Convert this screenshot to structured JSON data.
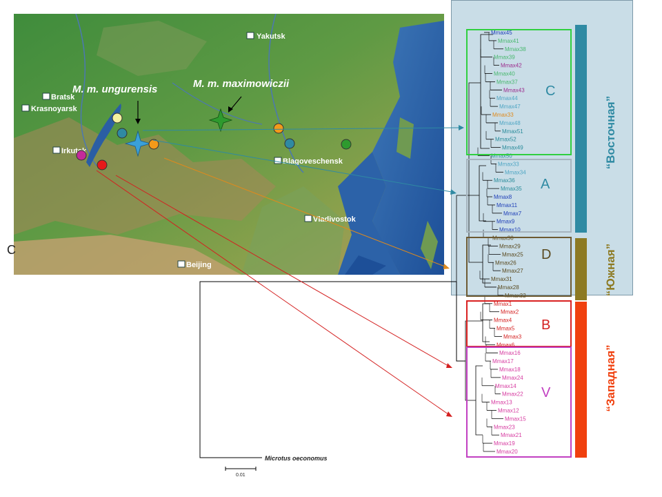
{
  "map": {
    "cities": [
      "Yakutsk",
      "Bratsk",
      "Krasnoyarsk",
      "Irkutsk",
      "Blagoveschensk",
      "Vladivostok",
      "Beijing"
    ],
    "subspecies": {
      "ungurensis": "M. m. ungurensis",
      "maximowiczii": "M. m. maximowiczii"
    }
  },
  "tree": {
    "outgroup": "Microtus oeconomus",
    "scale": "0.01",
    "leaves": [
      {
        "label": "Mmax45",
        "color": "#1f3fb8"
      },
      {
        "label": "Mmax41",
        "color": "#48b86e"
      },
      {
        "label": "Mmax38",
        "color": "#48b86e"
      },
      {
        "label": "Mmax39",
        "color": "#48b86e"
      },
      {
        "label": "Mmax42",
        "color": "#9b2a8c"
      },
      {
        "label": "Mmax40",
        "color": "#48b86e"
      },
      {
        "label": "Mmax37",
        "color": "#48b86e"
      },
      {
        "label": "Mmax43",
        "color": "#9b2a8c"
      },
      {
        "label": "Mmax44",
        "color": "#4fa6c4"
      },
      {
        "label": "Mmax47",
        "color": "#4fa6c4"
      },
      {
        "label": "Mmax33",
        "color": "#e08a1c"
      },
      {
        "label": "Mmax48",
        "color": "#4fa6c4"
      },
      {
        "label": "Mmax51",
        "color": "#2a8c9b"
      },
      {
        "label": "Mmax52",
        "color": "#2a8c9b"
      },
      {
        "label": "Mmax49",
        "color": "#2a8c9b"
      },
      {
        "label": "Mmax50",
        "color": "#2a8c9b"
      },
      {
        "label": "Mmax33",
        "color": "#4fa6c4"
      },
      {
        "label": "Mmax34",
        "color": "#4fa6c4"
      },
      {
        "label": "Mmax36",
        "color": "#2a8c9b"
      },
      {
        "label": "Mmax35",
        "color": "#2a8c9b"
      },
      {
        "label": "Mmax8",
        "color": "#1f3fb8"
      },
      {
        "label": "Mmax11",
        "color": "#1f3fb8"
      },
      {
        "label": "Mmax7",
        "color": "#1f3fb8"
      },
      {
        "label": "Mmax9",
        "color": "#1f3fb8"
      },
      {
        "label": "Mmax10",
        "color": "#1f3fb8"
      },
      {
        "label": "Mmax30",
        "color": "#5a4a20"
      },
      {
        "label": "Mmax29",
        "color": "#5a4a20"
      },
      {
        "label": "Mmax25",
        "color": "#5a4a20"
      },
      {
        "label": "Mmax26",
        "color": "#5a4a20"
      },
      {
        "label": "Mmax27",
        "color": "#5a4a20"
      },
      {
        "label": "Mmax31",
        "color": "#5a4a20"
      },
      {
        "label": "Mmax28",
        "color": "#5a4a20"
      },
      {
        "label": "Mmax32",
        "color": "#5a4a20"
      },
      {
        "label": "Mmax1",
        "color": "#d42020"
      },
      {
        "label": "Mmax2",
        "color": "#d42020"
      },
      {
        "label": "Mmax4",
        "color": "#d42020"
      },
      {
        "label": "Mmax5",
        "color": "#d42020"
      },
      {
        "label": "Mmax3",
        "color": "#d42020"
      },
      {
        "label": "Mmax6",
        "color": "#d42020"
      },
      {
        "label": "Mmax16",
        "color": "#d63aa0"
      },
      {
        "label": "Mmax17",
        "color": "#d63aa0"
      },
      {
        "label": "Mmax18",
        "color": "#d63aa0"
      },
      {
        "label": "Mmax24",
        "color": "#d63aa0"
      },
      {
        "label": "Mmax14",
        "color": "#d63aa0"
      },
      {
        "label": "Mmax22",
        "color": "#d63aa0"
      },
      {
        "label": "Mmax13",
        "color": "#d63aa0"
      },
      {
        "label": "Mmax12",
        "color": "#d63aa0"
      },
      {
        "label": "Mmax15",
        "color": "#d63aa0"
      },
      {
        "label": "Mmax23",
        "color": "#d63aa0"
      },
      {
        "label": "Mmax21",
        "color": "#d63aa0"
      },
      {
        "label": "Mmax19",
        "color": "#d63aa0"
      },
      {
        "label": "Mmax20",
        "color": "#d63aa0"
      }
    ]
  },
  "clades": {
    "C": "C",
    "A": "A",
    "D": "D",
    "B": "B",
    "V": "V"
  },
  "regions": {
    "east": "“Восточная”",
    "south": "“Южная”",
    "west": "“Западная”"
  },
  "panel_letter": "C",
  "colors": {
    "east": "#2f8aa3",
    "south": "#8d7a23",
    "west": "#f0400e",
    "clade_c": "#2fcf3f",
    "clade_a": "#a6b4be",
    "clade_d": "#6d5a32",
    "clade_b": "#d92020",
    "clade_v": "#c13fc1"
  }
}
